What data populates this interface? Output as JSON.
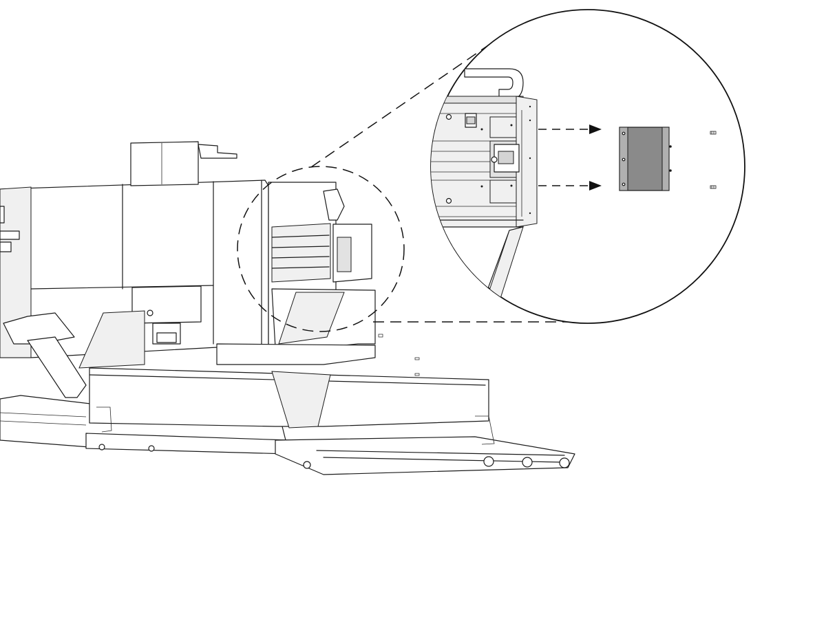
{
  "figure": {
    "subject": "machine-assembly-with-detail-callout",
    "colors": {
      "line": "#1a1a1a",
      "panel_fill": "#f0f0f0",
      "cover_plate": "#8a8a8a",
      "background": "#ffffff"
    },
    "callout": {
      "shape": "circle",
      "detail_arrows": 2
    }
  }
}
